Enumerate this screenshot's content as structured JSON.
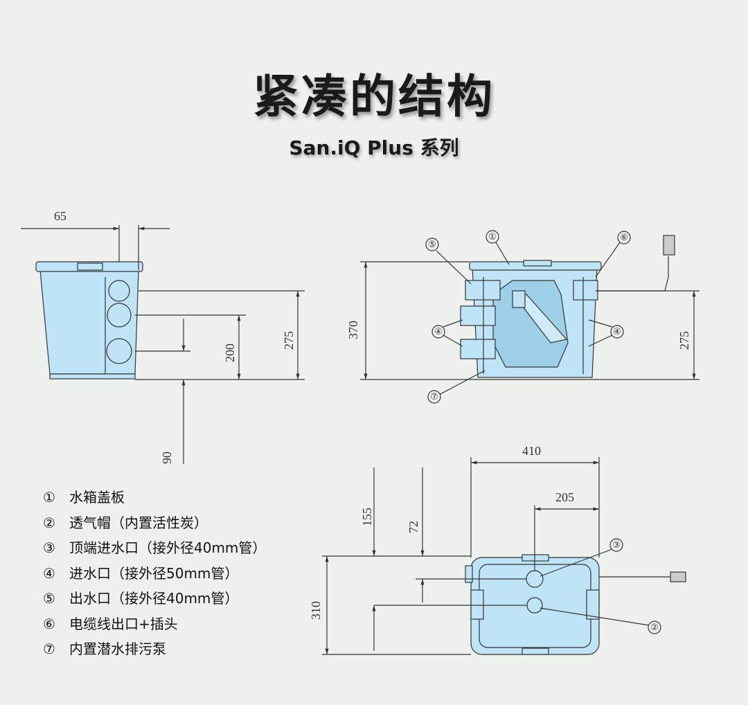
{
  "title": "紧凑的结构",
  "subtitle": "San.iQ Plus 系列",
  "colors": {
    "tank_fill": "#bfe4f7",
    "tank_stroke": "#333333",
    "background": "#eef0ee"
  },
  "dimensions": {
    "side_width": "65",
    "side_total": "275",
    "side_mid": "200",
    "side_bottom": "90",
    "front_height": "370",
    "front_right": "275",
    "top_width": "410",
    "top_half": "205",
    "top_a": "155",
    "top_b": "72",
    "top_depth": "310"
  },
  "callouts": [
    "①",
    "②",
    "③",
    "④",
    "④",
    "⑤",
    "⑥",
    "⑦"
  ],
  "legend": [
    {
      "num": "①",
      "text": "水箱盖板"
    },
    {
      "num": "②",
      "text": "透气帽（内置活性炭）"
    },
    {
      "num": "③",
      "text": "顶端进水口（接外径40mm管）"
    },
    {
      "num": "④",
      "text": "进水口（接外径50mm管）"
    },
    {
      "num": "⑤",
      "text": "出水口（接外径40mm管）"
    },
    {
      "num": "⑥",
      "text": "电缆线出口+插头"
    },
    {
      "num": "⑦",
      "text": "内置潜水排污泵"
    }
  ]
}
